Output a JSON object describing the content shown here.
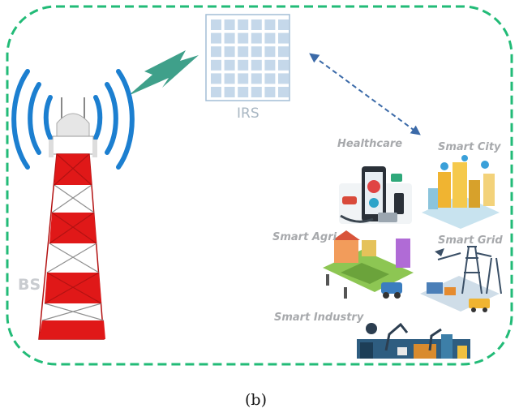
{
  "labels": {
    "irs": "IRS",
    "bs": "BS",
    "caption": "(b)"
  },
  "applications": [
    {
      "label": "Healthcare"
    },
    {
      "label": "Smart City"
    },
    {
      "label": "Smart Agri"
    },
    {
      "label": "Smart Grid"
    },
    {
      "label": "Smart Industry"
    }
  ],
  "colors": {
    "boundary": "#22bb77",
    "irs_panel": "#c5d8ea",
    "irs_border": "#a3bdd5",
    "lightning": "#3fa08a",
    "link_arrow": "#3b6aa8",
    "tower_red": "#e01818",
    "tower_white": "#ffffff",
    "signal_blue": "#1c7fd0"
  },
  "icons": {
    "tower": "cell-tower-icon",
    "irs": "irs-panel-icon",
    "link": "wireless-link-icon"
  }
}
